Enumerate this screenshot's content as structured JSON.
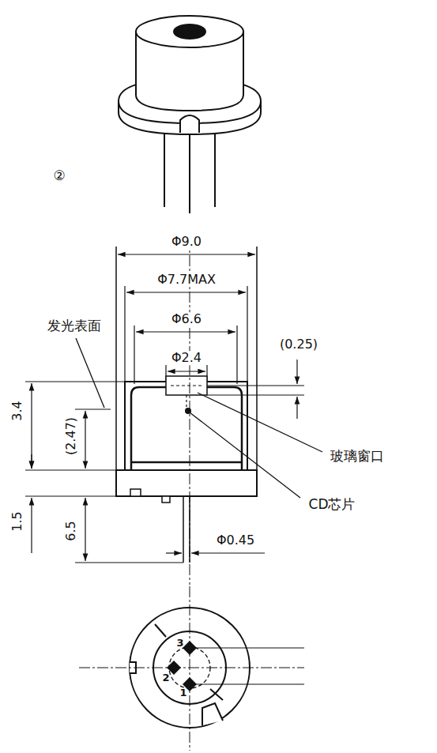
{
  "diagram": {
    "labels": [
      "②",
      "Φ9.0",
      "Φ7.7MAX",
      "发光表面",
      "Φ6.6",
      "Φ2.4",
      "(0.25)",
      "3.4",
      "(2.47)",
      "玻璃窗口",
      "CD芯片",
      "1.5",
      "6.5",
      "Φ0.45",
      "3",
      "2",
      "1"
    ]
  }
}
